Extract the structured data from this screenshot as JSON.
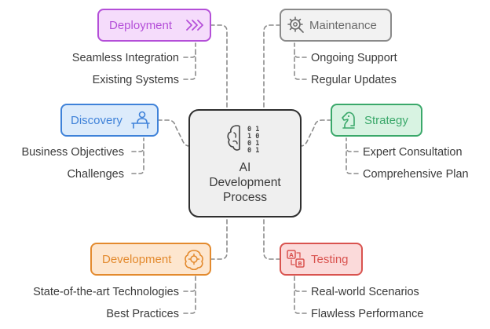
{
  "center": {
    "lines": [
      "AI",
      "Development",
      "Process"
    ],
    "icon": "brain-binary-icon"
  },
  "nodes": {
    "deployment": {
      "label": "Deployment",
      "icon": "chevrons-right-icon",
      "color": "#b44fd8",
      "fill": "#f5dcfb",
      "sub": [
        "Seamless Integration",
        "Existing Systems"
      ]
    },
    "maintenance": {
      "label": "Maintenance",
      "icon": "gear-wrench-icon",
      "color": "#8a8a8a",
      "fill": "#f2f2f2",
      "sub": [
        "Ongoing Support",
        "Regular Updates"
      ]
    },
    "discovery": {
      "label": "Discovery",
      "icon": "person-desk-icon",
      "color": "#3f82d9",
      "fill": "#dcebfb",
      "sub": [
        "Business Objectives",
        "Challenges"
      ]
    },
    "strategy": {
      "label": "Strategy",
      "icon": "chess-knight-icon",
      "color": "#3aa86a",
      "fill": "#d8f3e2",
      "sub": [
        "Expert Consultation",
        "Comprehensive Plan"
      ]
    },
    "development": {
      "label": "Development",
      "icon": "brain-gear-icon",
      "color": "#e38a2e",
      "fill": "#fde6cf",
      "sub": [
        "State-of-the-art Technologies",
        "Best Practices"
      ]
    },
    "testing": {
      "label": "Testing",
      "icon": "ab-test-icon",
      "color": "#d9534f",
      "fill": "#fbdada",
      "sub": [
        "Real-world Scenarios",
        "Flawless Performance"
      ]
    }
  }
}
